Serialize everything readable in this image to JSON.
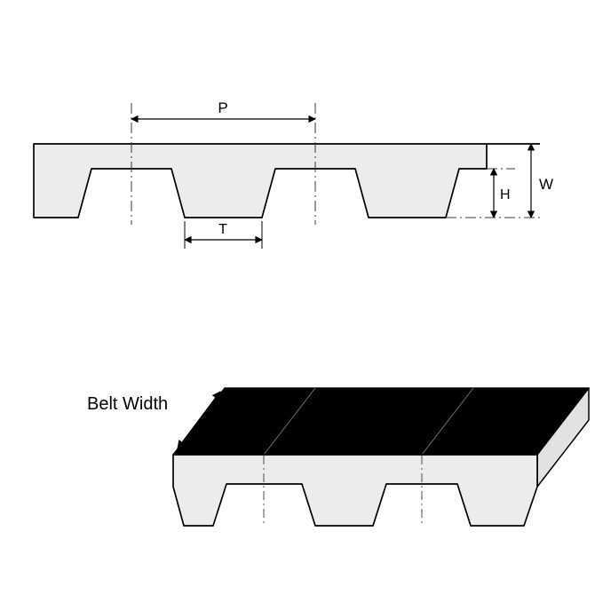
{
  "colors": {
    "background": "#ffffff",
    "outline": "#000000",
    "belt_fill": "#ececec",
    "belt_fill_3d": "#ececec",
    "end_face_fill": "#e2e2e2",
    "top_surface_fill": "#000000",
    "centerline": "#3a3a3a",
    "surface_line": "#777777"
  },
  "profile_view": {
    "dimensions": {
      "pitch_label": "P",
      "tooth_width_label": "T",
      "tooth_height_label": "H",
      "belt_thickness_label": "W"
    }
  },
  "perspective_view": {
    "belt_width_label": "Belt Width"
  }
}
